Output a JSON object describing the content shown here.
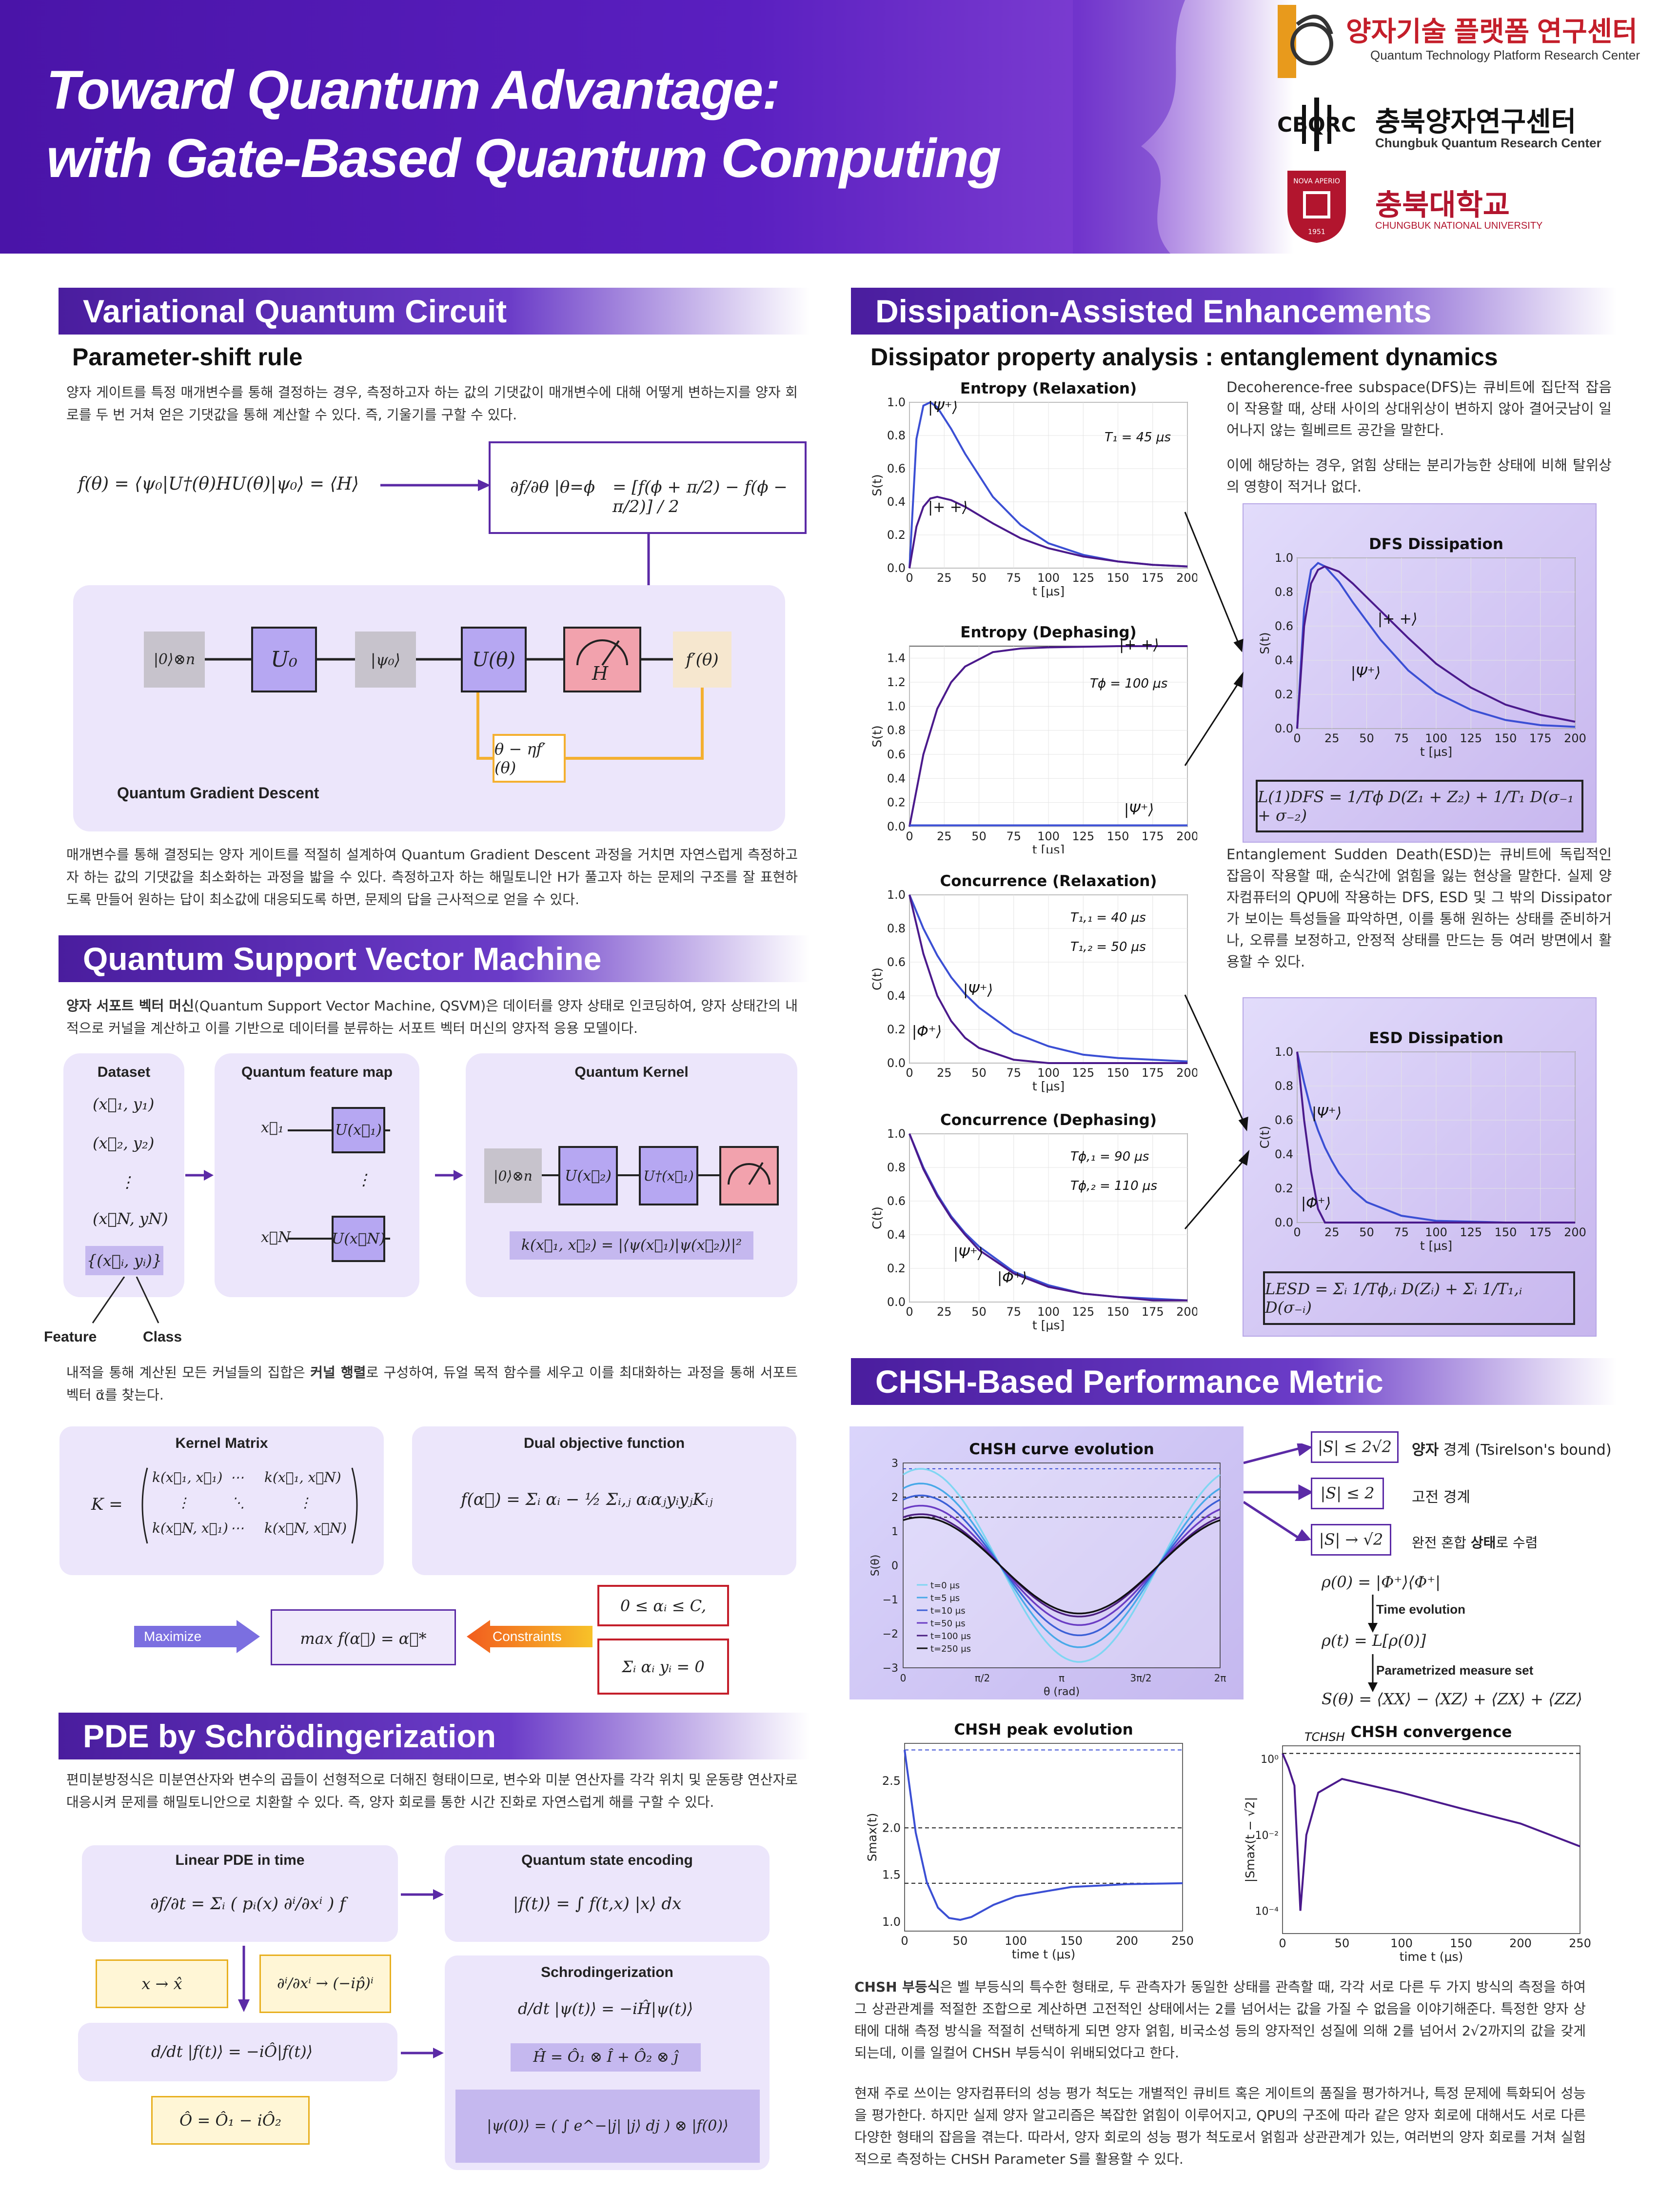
{
  "header": {
    "title_line1": "Toward Quantum Advantage:",
    "title_line2": "with Gate-Based Quantum Computing",
    "org1_ko": "양자기술 플랫폼 연구센터",
    "org1_en": "Quantum Technology Platform Research Center",
    "org2_ko": "충북양자연구센터",
    "org2_en": "Chungbuk Quantum Research Center",
    "org2_logo": "CBQRC",
    "org3_ko": "충북대학교",
    "org3_en": "CHUNGBUK NATIONAL UNIVERSITY",
    "org3_seal_top": "NOVA APERIO",
    "org3_seal_year": "1951"
  },
  "vqc": {
    "section_title": "Variational Quantum Circuit",
    "subtitle": "Parameter-shift rule",
    "intro": "양자 게이트를 특정 매개변수를 통해 결정하는 경우, 측정하고자 하는 값의 기댓값이 매개변수에 대해 어떻게 변하는지를 양자 회로를 두 번 거쳐 얻은 기댓값을 통해 계산할 수 있다. 즉, 기울기를 구할 수 있다.",
    "expectation_eq": "f(θ) = ⟨ψ₀|U†(θ)HU(θ)|ψ₀⟩ = ⟨H⟩",
    "shift_eq_lhs": "∂f/∂θ |θ=ϕ",
    "shift_eq_rhs": "= [f(ϕ + π/2) − f(ϕ − π/2)] / 2",
    "gate_init": "|0⟩⊗n",
    "gate_u0": "U₀",
    "gate_psi0": "|ψ₀⟩",
    "gate_utheta": "U(θ)",
    "gate_h": "H",
    "gate_fprime": "f′(θ)",
    "update_rule": "θ − ηf′(θ)",
    "qgd_label": "Quantum Gradient Descent",
    "outro": "매개변수를 통해 결정되는 양자 게이트를 적절히 설계하여 Quantum Gradient Descent 과정을 거치면 자연스럽게 측정하고자 하는 값의 기댓값을 최소화하는 과정을 밟을 수 있다. 측정하고자 하는 해밀토니안 H가 풀고자 하는 문제의 구조를 잘 표현하도록 만들어 원하는 답이 최소값에 대응되도록 하면, 문제의 답을 근사적으로 얻을 수 있다."
  },
  "qsvm": {
    "section_title": "Quantum Support Vector Machine",
    "intro_bold": "양자 서포트 벡터 머신",
    "intro": "(Quantum Support Vector Machine, QSVM)은 데이터를 양자 상태로 인코딩하여, 양자 상태간의 내적으로 커널을 계산하고 이를 기반으로 데이터를 분류하는 서포트 벡터 머신의 양자적 응용 모델이다.",
    "dataset_label": "Dataset",
    "dataset_items": [
      "(x⃗₁, y₁)",
      "(x⃗₂, y₂)",
      "⋮",
      "(x⃗N, yN)"
    ],
    "dataset_set": "{(x⃗ᵢ, yᵢ)}",
    "feature_label": "Feature",
    "class_label": "Class",
    "feature_map_label": "Quantum feature map",
    "fm_x1": "x⃗₁",
    "fm_u1": "U(x⃗₁)",
    "fm_dots": "⋮",
    "fm_xn": "x⃗N",
    "fm_un": "U(x⃗N)",
    "kernel_label": "Quantum Kernel",
    "kernel_init": "|0⟩⊗n",
    "kernel_u2": "U(x⃗₂)",
    "kernel_u1dag": "U†(x⃗₁)",
    "kernel_eq": "k(x⃗₁, x⃗₂) = |⟨ψ(x⃗₁)|ψ(x⃗₂)⟩|²",
    "mid_text_pre": "내적을 통해 계산된 모든 커널들의 집합은 ",
    "mid_text_bold": "커널 행렬",
    "mid_text_post": "로 구성하여, 듀얼 목적 함수를 세우고 이를 최대화하는 과정을 통해 서포트 벡터 α⃗를 찾는다.",
    "kernel_matrix_label": "Kernel Matrix",
    "kernel_matrix_eq": "K = ( k(x⃗₁,x⃗₁) ⋯ k(x⃗₁,x⃗N) ; ⋮ ⋱ ⋮ ; k(x⃗N,x⃗₁) ⋯ k(x⃗N,x⃗N) )",
    "km_r1c1": "k(x⃗₁, x⃗₁)",
    "km_r1c3": "k(x⃗₁, x⃗N)",
    "km_r3c1": "k(x⃗N, x⃗₁)",
    "km_r3c3": "k(x⃗N, x⃗N)",
    "dual_label": "Dual objective function",
    "dual_eq": "f(α⃗) = Σᵢ αᵢ − ½ Σᵢ,ⱼ αᵢαⱼyᵢyⱼKᵢⱼ",
    "maximize": "Maximize",
    "max_eq": "max f(α⃗) = α⃗*",
    "constraints": "Constraints",
    "constraint1": "0 ≤ αᵢ ≤ C,",
    "constraint2": "Σᵢ αᵢ yᵢ = 0"
  },
  "pde": {
    "section_title": "PDE by Schrödingerization",
    "intro": "편미분방정식은 미분연산자와 변수의 곱들이 선형적으로 더해진 형태이므로, 변수와 미분 연산자를 각각 위치 및 운동량 연산자로 대응시켜 문제를 해밀토니안으로 치환할 수 있다. 즉, 양자 회로를 통한 시간 진화로 자연스럽게 해를 구할 수 있다.",
    "linear_label": "Linear PDE in time",
    "linear_eq": "∂f/∂t = Σᵢ ( pᵢ(x) ∂ⁱ/∂xⁱ ) f",
    "encoding_label": "Quantum state encoding",
    "encoding_eq": "|f(t)⟩ = ∫ f(t,x) |x⟩ dx",
    "map_x": "x → x̂",
    "map_d": "∂ⁱ/∂xⁱ → (−ip̂)ⁱ",
    "ode_eq": "d/dt |f(t)⟩ = −iÔ|f(t)⟩",
    "o_eq": "Ô = Ô₁ − iÔ₂",
    "schro_label": "Schrodingerization",
    "schro_eq": "d/dt |ψ(t)⟩ = −iĤ|ψ(t)⟩",
    "h_eq": "Ĥ = Ô₁ ⊗ Î + Ô₂ ⊗ ĵ",
    "psi0_eq": "|ψ(0)⟩ = ( ∫ e^−|j| |j⟩ dj ) ⊗ |f(0)⟩"
  },
  "dissipation": {
    "section_title": "Dissipation-Assisted Enhancements",
    "subtitle": "Dissipator property analysis : entanglement dynamics",
    "dfs_text_1": "Decoherence-free subspace(DFS)는 큐비트에 집단적 잡음이 작용할 때, 상태 사이의 상대위상이 변하지 않아 결어긋남이 일어나지 않는 힐베르트 공간을 말한다.",
    "dfs_text_2": "이에 해당하는 경우, 얽힘 상태는 분리가능한 상태에 비해 탈위상의 영향이 적거나 없다.",
    "esd_text": "Entanglement Sudden Death(ESD)는 큐비트에 독립적인 잡음이 작용할 때, 순식간에 얽힘을 잃는 현상을 말한다. 실제 양자컴퓨터의 QPU에 작용하는 DFS, ESD 및 그 밖의 Dissipator가 보이는 특성들을 파악하면, 이를 통해 원하는 상태를 준비하거나, 오류를 보정하고, 안정적 상태를 만드는 등 여러 방면에서 활용할 수 있다.",
    "dfs_eq": "L(1)DFS = 1/Tϕ D(Z₁ + Z₂) + 1/T₁ D(σ₋₁ + σ₋₂)",
    "esd_eq": "LESD = Σᵢ 1/Tϕ,ᵢ D(Zᵢ) + Σᵢ 1/T₁,ᵢ D(σ₋ᵢ)"
  },
  "chsh": {
    "section_title": "CHSH-Based Performance Metric",
    "bound1": "|S| ≤ 2√2",
    "bound1_desc_bold": "양자",
    "bound1_desc": " 경계 (Tsirelson's bound)",
    "bound2": "|S| ≤ 2",
    "bound2_desc": "고전 경계",
    "bound3": "|S| → √2",
    "bound3_desc_pre": "완전 혼합 ",
    "bound3_desc_bold": "상태",
    "bound3_desc_post": "로 수렴",
    "rho0": "ρ(0) = |Φ⁺⟩⟨Φ⁺|",
    "time_evo": "Time evolution",
    "rhot": "ρ(t) = L[ρ(0)]",
    "meas_set": "Parametrized measure set",
    "s_eq": "S(θ) = ⟨XX⟩ − ⟨XZ⟩ + ⟨ZX⟩ + ⟨ZZ⟩",
    "text1_bold": "CHSH 부등식",
    "text1": "은 벨 부등식의 특수한 형태로, 두 관측자가 동일한 상태를 관측할 때, 각각 서로 다른 두 가지 방식의 측정을 하여 그 상관관계를 적절한 조합으로 계산하면 고전적인 상태에서는 2를 넘어서는 값을 가질 수 없음을 이야기해준다. 특정한 양자 상태에 대해 측정 방식을 적절히 선택하게 되면 양자 얽힘, 비국소성 등의 양자적인 성질에 의해 2를 넘어서 2√2까지의 값을 갖게 되는데, 이를 일컬어 CHSH 부등식이 위배되었다고 한다.",
    "text2": "현재 주로 쓰이는 양자컴퓨터의 성능 평가 척도는 개별적인 큐비트 혹은 게이트의 품질을 평가하거나, 특정 문제에 특화되어 성능을 평가한다. 하지만 실제 양자 알고리즘은 복잡한 얽힘이 이루어지고, QPU의 구조에 따라 같은 양자 회로에 대해서도 서로 다른 다양한 형태의 잡음을 겪는다. 따라서, 양자 회로의 성능 평가 척도로서 얽힘과 상관관계가 있는, 여러번의 양자 회로를 거쳐 실험적으로 측정하는 CHSH Parameter S를 활용할 수 있다."
  },
  "chart_data": [
    {
      "type": "line",
      "title": "Entropy (Relaxation)",
      "xlabel": "t [μs]",
      "ylabel": "S(t)",
      "xlim": [
        0,
        200
      ],
      "ylim": [
        0,
        1.0
      ],
      "x": [
        0,
        5,
        10,
        15,
        20,
        30,
        40,
        60,
        80,
        100,
        125,
        150,
        175,
        200
      ],
      "series": [
        {
          "name": "|Ψ⁺⟩",
          "color": "#3b4fd4",
          "values": [
            0,
            0.78,
            0.98,
            1.0,
            0.97,
            0.84,
            0.69,
            0.43,
            0.26,
            0.15,
            0.08,
            0.04,
            0.02,
            0.01
          ]
        },
        {
          "name": "|+ +⟩",
          "color": "#4b1a8c",
          "values": [
            0,
            0.25,
            0.37,
            0.42,
            0.43,
            0.41,
            0.37,
            0.27,
            0.18,
            0.12,
            0.07,
            0.04,
            0.02,
            0.01
          ]
        }
      ],
      "annotation": "T₁ = 45 μs",
      "grid": true
    },
    {
      "type": "line",
      "title": "Entropy (Dephasing)",
      "xlabel": "t [μs]",
      "ylabel": "S(t)",
      "xlim": [
        0,
        200
      ],
      "ylim": [
        0,
        1.5
      ],
      "x": [
        0,
        10,
        20,
        30,
        40,
        60,
        80,
        100,
        150,
        200
      ],
      "series": [
        {
          "name": "|+ +⟩",
          "color": "#4b1a8c",
          "values": [
            0,
            0.6,
            0.98,
            1.2,
            1.33,
            1.45,
            1.48,
            1.49,
            1.5,
            1.5
          ]
        },
        {
          "name": "|Ψ⁺⟩",
          "color": "#3b4fd4",
          "values": [
            0.01,
            0.01,
            0.01,
            0.01,
            0.01,
            0.01,
            0.01,
            0.01,
            0.01,
            0.01
          ]
        }
      ],
      "annotation": "Tϕ = 100 μs",
      "grid": true
    },
    {
      "type": "line",
      "title": "Concurrence (Relaxation)",
      "xlabel": "t [μs]",
      "ylabel": "C(t)",
      "xlim": [
        0,
        200
      ],
      "ylim": [
        0,
        1.0
      ],
      "x": [
        0,
        10,
        20,
        30,
        40,
        50,
        75,
        100,
        125,
        150,
        175,
        200
      ],
      "series": [
        {
          "name": "|Ψ⁺⟩",
          "color": "#3b4fd4",
          "values": [
            1.0,
            0.8,
            0.64,
            0.51,
            0.41,
            0.33,
            0.18,
            0.1,
            0.05,
            0.03,
            0.02,
            0.01
          ]
        },
        {
          "name": "|Φ⁺⟩",
          "color": "#4b1a8c",
          "values": [
            1.0,
            0.65,
            0.4,
            0.25,
            0.15,
            0.09,
            0.02,
            0.0,
            0.0,
            0.0,
            0.0,
            0.0
          ]
        }
      ],
      "annotation": "T₁,₁ = 40 μs ; T₁,₂ = 50 μs",
      "grid": true
    },
    {
      "type": "line",
      "title": "Concurrence (Dephasing)",
      "xlabel": "t [μs]",
      "ylabel": "C(t)",
      "xlim": [
        0,
        200
      ],
      "ylim": [
        0,
        1.0
      ],
      "x": [
        0,
        10,
        20,
        30,
        40,
        50,
        75,
        100,
        125,
        150,
        175,
        200
      ],
      "series": [
        {
          "name": "|Ψ⁺⟩",
          "color": "#3b4fd4",
          "values": [
            1.0,
            0.8,
            0.64,
            0.51,
            0.41,
            0.33,
            0.18,
            0.1,
            0.05,
            0.03,
            0.02,
            0.01
          ]
        },
        {
          "name": "|Φ⁺⟩",
          "color": "#4b1a8c",
          "values": [
            1.0,
            0.79,
            0.63,
            0.5,
            0.4,
            0.31,
            0.17,
            0.09,
            0.05,
            0.03,
            0.01,
            0.01
          ]
        }
      ],
      "annotation": "Tϕ,₁ = 90 μs ; Tϕ,₂ = 110 μs",
      "grid": true
    },
    {
      "type": "line",
      "title": "DFS Dissipation",
      "xlabel": "t [μs]",
      "ylabel": "S(t)",
      "xlim": [
        0,
        200
      ],
      "ylim": [
        0,
        1.0
      ],
      "x": [
        0,
        5,
        10,
        15,
        20,
        30,
        40,
        60,
        80,
        100,
        125,
        150,
        175,
        200
      ],
      "series": [
        {
          "name": "|+ +⟩",
          "color": "#3b4fd4",
          "values": [
            0,
            0.7,
            0.93,
            0.97,
            0.95,
            0.86,
            0.74,
            0.52,
            0.34,
            0.21,
            0.11,
            0.05,
            0.02,
            0.01
          ]
        },
        {
          "name": "|Ψ⁺⟩",
          "color": "#4b1a8c",
          "values": [
            0,
            0.6,
            0.85,
            0.93,
            0.95,
            0.92,
            0.85,
            0.69,
            0.53,
            0.38,
            0.24,
            0.14,
            0.08,
            0.04
          ]
        }
      ],
      "grid": true
    },
    {
      "type": "line",
      "title": "ESD Dissipation",
      "xlabel": "t [μs]",
      "ylabel": "C(t)",
      "xlim": [
        0,
        200
      ],
      "ylim": [
        0,
        1.0
      ],
      "x": [
        0,
        5,
        10,
        15,
        20,
        25,
        30,
        40,
        50,
        75,
        100,
        150,
        200
      ],
      "series": [
        {
          "name": "|Ψ⁺⟩",
          "color": "#3b4fd4",
          "values": [
            1.0,
            0.82,
            0.66,
            0.54,
            0.44,
            0.36,
            0.29,
            0.19,
            0.12,
            0.04,
            0.01,
            0.0,
            0.0
          ]
        },
        {
          "name": "|Φ⁺⟩",
          "color": "#4b1a8c",
          "values": [
            1.0,
            0.6,
            0.3,
            0.08,
            0.0,
            0.0,
            0.0,
            0.0,
            0.0,
            0.0,
            0.0,
            0.0,
            0.0
          ]
        }
      ],
      "grid": true
    },
    {
      "type": "line",
      "title": "CHSH curve evolution",
      "xlabel": "θ (rad)",
      "ylabel": "S(θ)",
      "xlim": [
        0,
        6.2832
      ],
      "ylim": [
        -3,
        3
      ],
      "xticks": [
        "0",
        "π/2",
        "π",
        "3π/2",
        "2π"
      ],
      "amplitudes": [
        2.83,
        2.4,
        2.05,
        1.75,
        1.5,
        1.41
      ],
      "series": [
        {
          "name": "t=0 μs",
          "color": "#7fd6f2"
        },
        {
          "name": "t=5 μs",
          "color": "#48a9e8"
        },
        {
          "name": "t=10 μs",
          "color": "#3b5fd6"
        },
        {
          "name": "t=50 μs",
          "color": "#6a3cc4"
        },
        {
          "name": "t=100 μs",
          "color": "#4a1d80"
        },
        {
          "name": "t=250 μs",
          "color": "#111111"
        }
      ],
      "reference_lines": [
        2.83,
        2.0,
        1.41
      ],
      "grid": false
    },
    {
      "type": "line",
      "title": "CHSH peak evolution",
      "xlabel": "time t (μs)",
      "ylabel": "Smax(t)",
      "xlim": [
        0,
        250
      ],
      "ylim": [
        0.9,
        2.9
      ],
      "x": [
        0,
        10,
        20,
        30,
        40,
        50,
        60,
        80,
        100,
        150,
        200,
        250
      ],
      "series": [
        {
          "name": "Smax",
          "color": "#3b4fd4",
          "values": [
            2.83,
            1.95,
            1.42,
            1.15,
            1.04,
            1.02,
            1.05,
            1.18,
            1.27,
            1.37,
            1.4,
            1.41
          ]
        }
      ],
      "reference_lines": [
        2.83,
        2.0,
        1.41
      ],
      "grid": false
    },
    {
      "type": "line",
      "title": "CHSH convergence",
      "xlabel": "time t (μs)",
      "ylabel": "|Smax(t − √2|",
      "xlim": [
        0,
        250
      ],
      "yscale": "log",
      "ytick_labels": [
        "10⁰",
        "10⁻²",
        "10⁻⁴"
      ],
      "annotation": "TCHSH",
      "x": [
        0,
        5,
        10,
        15,
        20,
        30,
        50,
        100,
        150,
        200,
        250
      ],
      "series": [
        {
          "name": "|Smax − √2|",
          "color": "#4b1a8c",
          "values": [
            1.41,
            0.6,
            0.2,
            0.0001,
            0.01,
            0.13,
            0.3,
            0.13,
            0.05,
            0.02,
            0.005
          ]
        }
      ],
      "grid": false
    }
  ]
}
